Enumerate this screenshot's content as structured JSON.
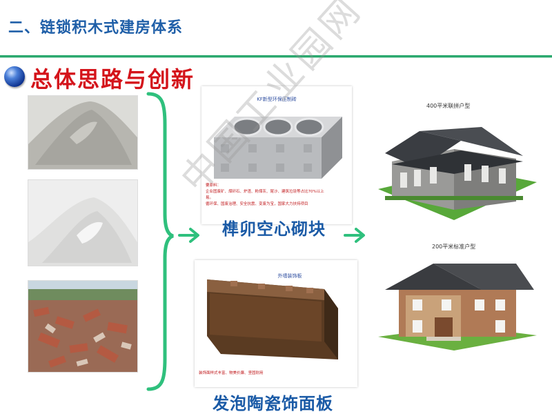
{
  "header": {
    "title": "二、链锁积木式建房体系"
  },
  "section": {
    "title": "总体思路与创新"
  },
  "materials": [
    {
      "icon": "gray-powder-pile"
    },
    {
      "icon": "white-powder-pile"
    },
    {
      "icon": "brick-rubble"
    }
  ],
  "products": {
    "block": {
      "doc_title": "KF新型环保压制砖",
      "notes": [
        "要原料：",
        "企业固废矿、煤矸石、炉渣、粉煤灰、尾沙、建筑垃圾等占比70%以上",
        "易。",
        "循环保、国废治理、安全抗震、变废为宝，国家大力扶持项目"
      ],
      "label": "榫卯空心砌块"
    },
    "panel": {
      "doc_title": "外墙装饰板",
      "notes": [
        "装饰面样式丰富、物美价廉、坚固耐用"
      ],
      "label": "发泡陶瓷饰面板"
    }
  },
  "houses": [
    {
      "caption": "400平米联拼户型"
    },
    {
      "caption": "200平米标准户型"
    }
  ],
  "watermark": "中国工业园网",
  "colors": {
    "title_blue": "#1f5fa8",
    "title_red": "#d4141b",
    "accent_green": "#2fc07d",
    "label_blue": "#1a5aa6"
  }
}
